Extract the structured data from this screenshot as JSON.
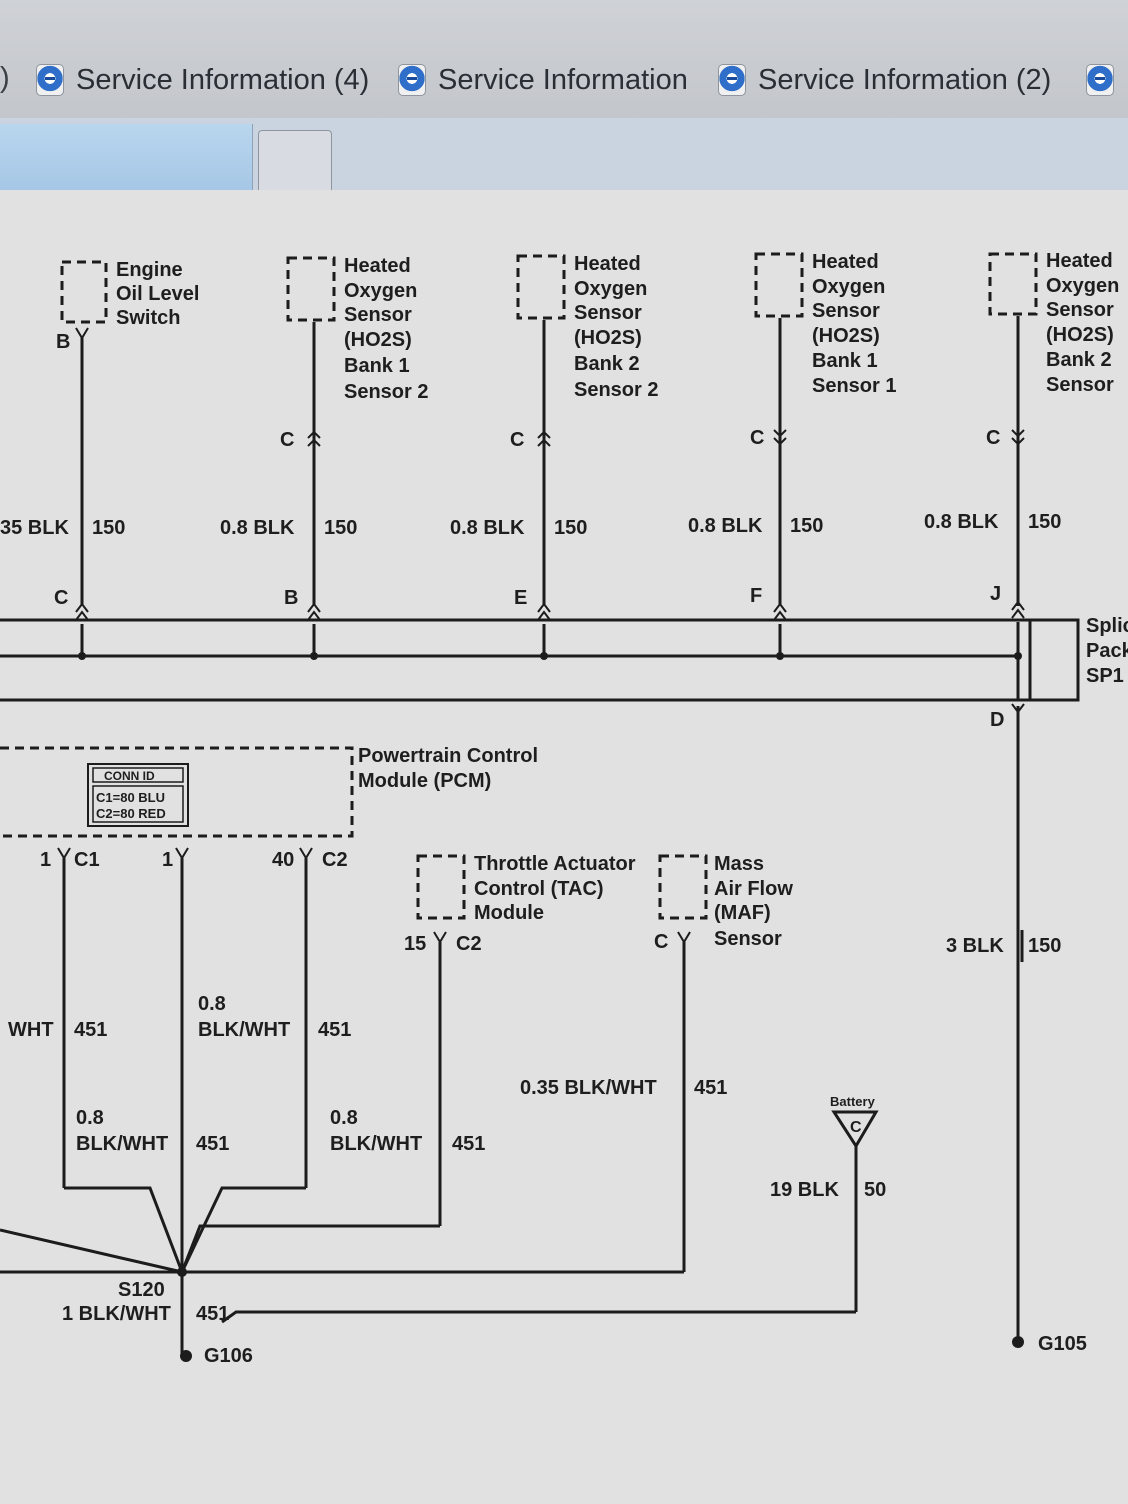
{
  "browser": {
    "tabs": [
      {
        "label": "Service Information (4)"
      },
      {
        "label": "Service Information"
      },
      {
        "label": "Service Information (2)"
      }
    ],
    "leading_fragment": ")"
  },
  "schematic": {
    "components": [
      {
        "lines": [
          "Engine",
          "Oil Level",
          "Switch"
        ]
      },
      {
        "lines": [
          "Heated",
          "Oxygen",
          "Sensor",
          "(HO2S)",
          "Bank 1",
          "Sensor 2"
        ]
      },
      {
        "lines": [
          "Heated",
          "Oxygen",
          "Sensor",
          "(HO2S)",
          "Bank 2",
          "Sensor 2"
        ]
      },
      {
        "lines": [
          "Heated",
          "Oxygen",
          "Sensor",
          "(HO2S)",
          "Bank 1",
          "Sensor 1"
        ]
      },
      {
        "lines": [
          "Heated",
          "Oxygen",
          "Sensor",
          "(HO2S)",
          "Bank 2",
          "Sensor"
        ]
      }
    ],
    "sensor_pins": [
      "B",
      "C",
      "C",
      "C",
      "C"
    ],
    "upper_wires": [
      {
        "spec": "35 BLK",
        "circuit": "150"
      },
      {
        "spec": "0.8 BLK",
        "circuit": "150"
      },
      {
        "spec": "0.8 BLK",
        "circuit": "150"
      },
      {
        "spec": "0.8 BLK",
        "circuit": "150"
      },
      {
        "spec": "0.8 BLK",
        "circuit": "150"
      }
    ],
    "splice_pins": [
      "C",
      "B",
      "E",
      "F",
      "J"
    ],
    "splice_pack": {
      "lines": [
        "Splic",
        "Pack",
        "SP1"
      ],
      "out_pin": "D"
    },
    "pcm": {
      "lines": [
        "Powertrain Control",
        "Module (PCM)"
      ],
      "conn_id": {
        "title": "CONN ID",
        "rows": [
          "C1=80 BLU",
          "C2=80 RED"
        ]
      },
      "pins": [
        {
          "num": "1",
          "conn": "C1"
        },
        {
          "num": "1",
          "conn": ""
        },
        {
          "num": "40",
          "conn": "C2"
        }
      ]
    },
    "tac": {
      "lines": [
        "Throttle Actuator",
        "Control (TAC)",
        "Module"
      ],
      "pin": "15",
      "conn": "C2"
    },
    "maf": {
      "lines": [
        "Mass",
        "Air Flow",
        "(MAF)",
        "Sensor"
      ],
      "pin": "C"
    },
    "lower_wires": {
      "w1": {
        "spec": "WHT",
        "circuit": "451"
      },
      "w2": {
        "spec_lines": [
          "0.8",
          "BLK/WHT"
        ],
        "circuit": "451"
      },
      "w3": {
        "spec_lines": [
          "0.8",
          "BLK/WHT"
        ],
        "circuit": "451"
      },
      "w4": {
        "spec_lines": [
          "0.8",
          "BLK/WHT"
        ],
        "circuit": "451"
      },
      "w5": {
        "spec": "0.35 BLK/WHT",
        "circuit": "451"
      },
      "ground_feed": {
        "spec": "3 BLK",
        "circuit": "150"
      },
      "battery_feed": {
        "spec": "19 BLK",
        "circuit": "50"
      },
      "splice_out": {
        "spec": "1 BLK/WHT",
        "circuit": "451"
      }
    },
    "battery": {
      "label": "Battery",
      "terminal": "C"
    },
    "splice_s120": "S120",
    "grounds": [
      "G106",
      "G105"
    ]
  }
}
